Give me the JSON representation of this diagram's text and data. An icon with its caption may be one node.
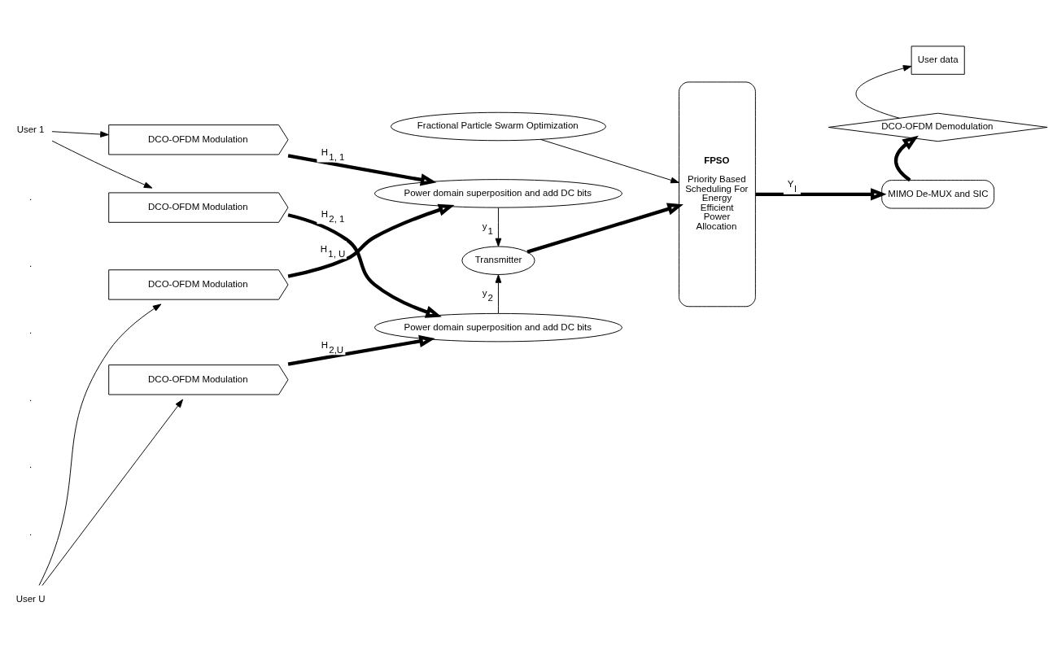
{
  "diagram": {
    "nodes": [
      {
        "text": [
          "User 1"
        ]
      },
      {
        "text": [
          "DCO-OFDM Modulation"
        ]
      },
      {
        "text": [
          "DCO-OFDM Modulation"
        ]
      },
      {
        "text": [
          "User U"
        ]
      },
      {
        "text": [
          "DCO-OFDM Modulation"
        ]
      },
      {
        "text": [
          "DCO-OFDM Modulation"
        ]
      },
      {
        "text": [
          "Fractional Particle Swarm Optimization"
        ]
      },
      {
        "text": [
          "Power domain superposition and add DC bits"
        ]
      },
      {
        "text": [
          "Transmitter"
        ]
      },
      {
        "text": [
          "Power domain superposition and add DC bits"
        ]
      },
      {
        "text": [
          "FPSO",
          "Priority Based Scheduling For Energy Efficient Power Allocation"
        ]
      },
      {
        "text": [
          "MIMO De-MUX and SIC"
        ]
      },
      {
        "text": [
          "DCO-OFDM Demodulation"
        ]
      },
      {
        "text": [
          "User data"
        ]
      }
    ],
    "edges": [
      {
        "from": 0,
        "to": 1,
        "arrow": "to"
      },
      {
        "from": 0,
        "to": 2,
        "arrow": "to"
      },
      {
        "from": 3,
        "to": 4,
        "arrow": "to"
      },
      {
        "from": 3,
        "to": 5,
        "arrow": "to"
      },
      {
        "from": 1,
        "to": 7,
        "arrow": "to",
        "label": "H$_{1, 1}$",
        "style": "thick"
      },
      {
        "from": 2,
        "to": 9,
        "arrow": "to",
        "label": "H$_{2, 1}$",
        "style": "thick"
      },
      {
        "from": 4,
        "to": 7,
        "arrow": "to",
        "label": "H$_{1, U}$",
        "style": "thick"
      },
      {
        "from": 5,
        "to": 9,
        "arrow": "to",
        "label": "H$_{2,U}$",
        "style": "thick"
      },
      {
        "from": 7,
        "to": 8,
        "arrow": "to",
        "label": "y$_{1}$"
      },
      {
        "from": 9,
        "to": 8,
        "arrow": "to",
        "label": "y$_{2}$"
      },
      {
        "from": 6,
        "to": 10,
        "arrow": "to"
      },
      {
        "from": 8,
        "to": 10,
        "arrow": "to",
        "style": "thick"
      },
      {
        "from": 10,
        "to": 11,
        "arrow": "to",
        "label": "Y$_{l}$",
        "style": "thick"
      },
      {
        "from": 11,
        "to": 12,
        "arrow": "to",
        "style": "thick"
      },
      {
        "from": 12,
        "to": 13,
        "arrow": "to"
      }
    ],
    "labels": [
      ".",
      ".",
      ".",
      ".",
      ".",
      "."
    ]
  }
}
